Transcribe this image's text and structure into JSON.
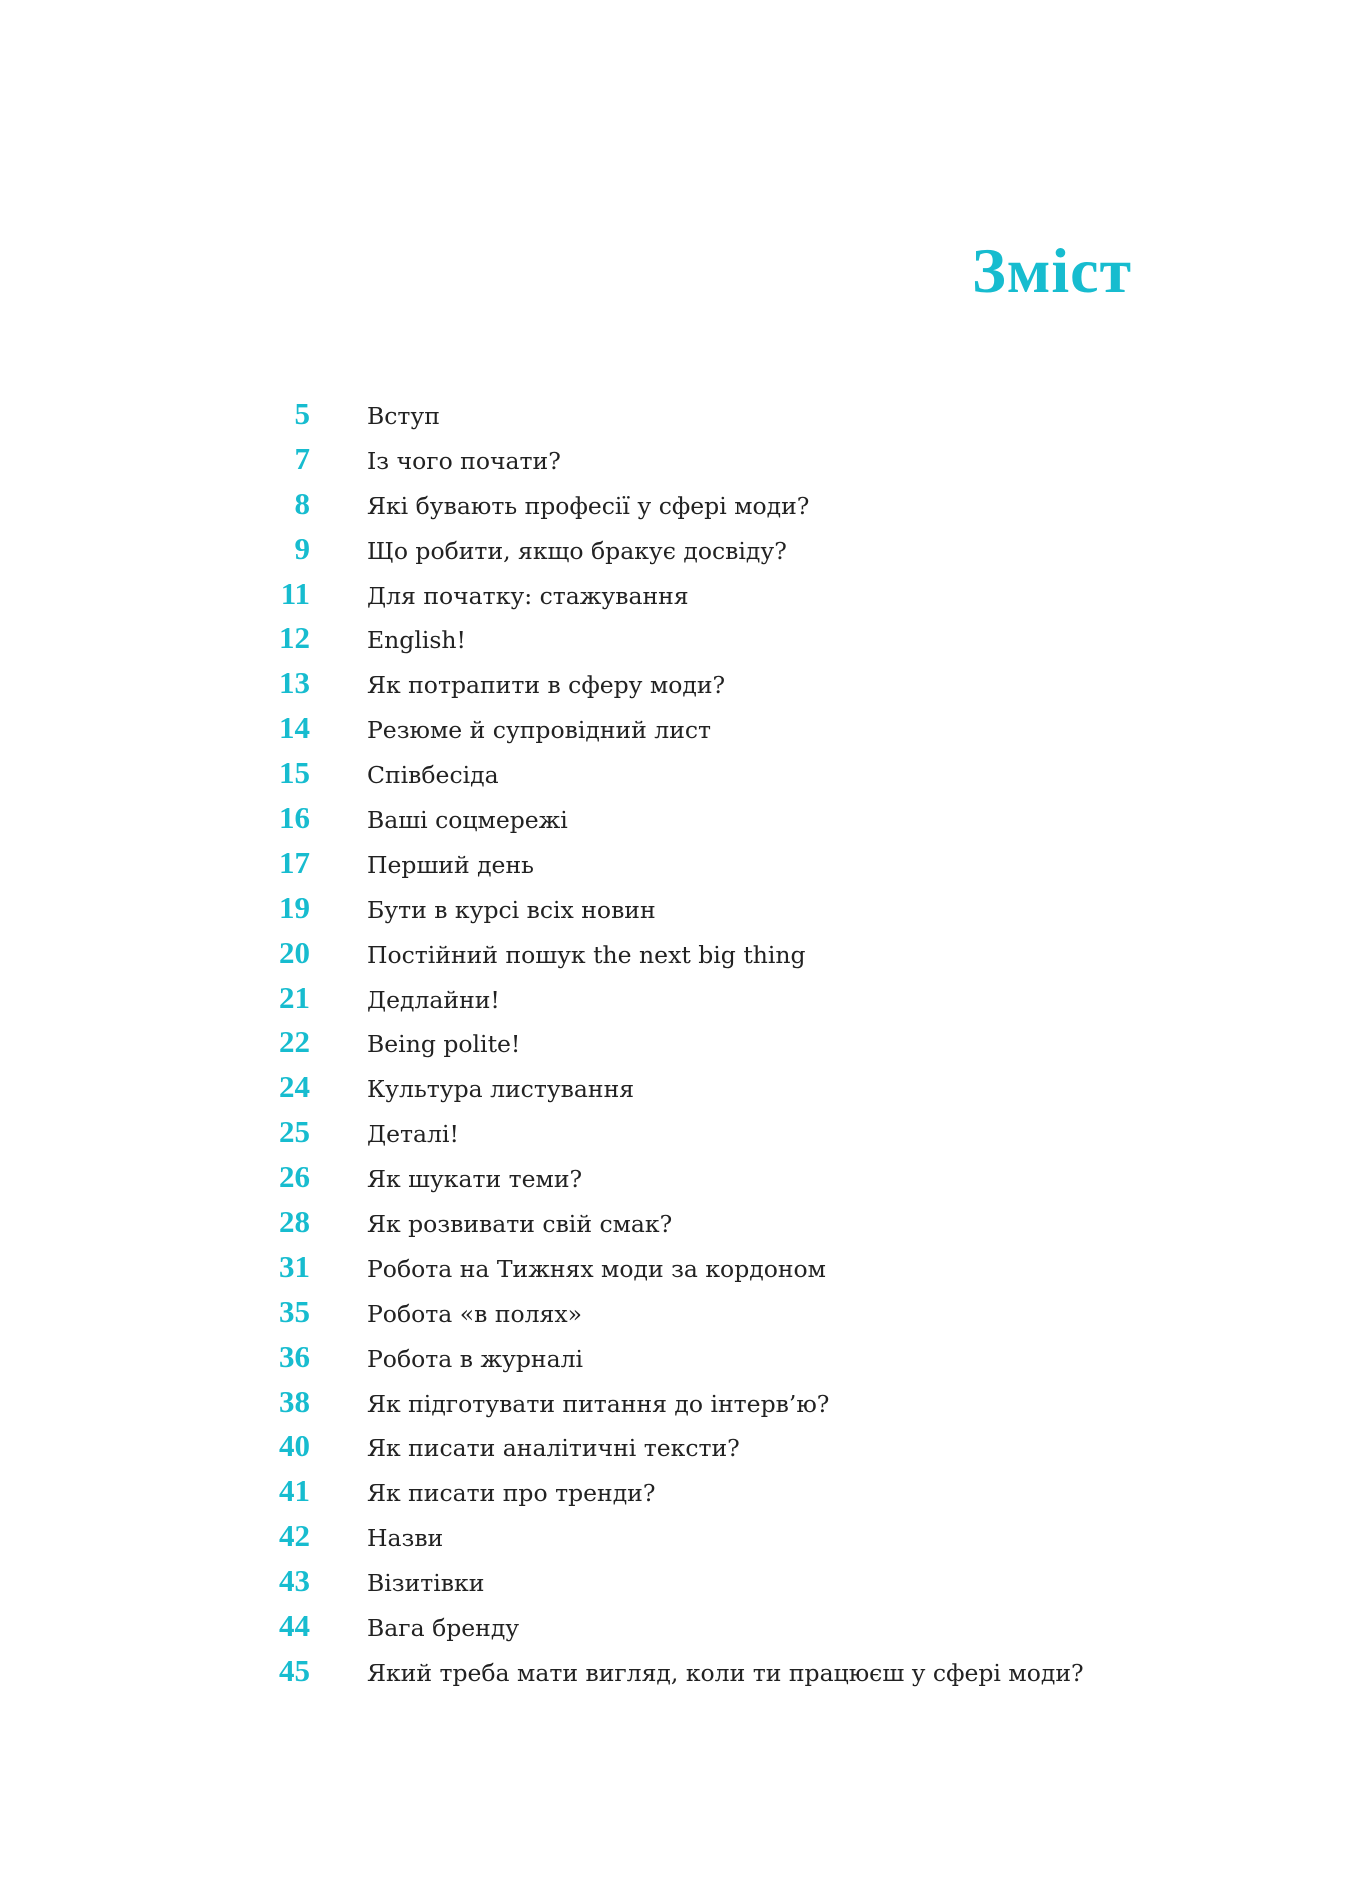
{
  "title": "Зміст",
  "accent_color": "#17bccf",
  "entries": [
    {
      "page": "5",
      "title": "Вступ"
    },
    {
      "page": "7",
      "title": "Із чого почати?"
    },
    {
      "page": "8",
      "title": "Які бувають професії у сфері моди?"
    },
    {
      "page": "9",
      "title": "Що робити, якщо бракує досвіду?"
    },
    {
      "page": "11",
      "title": "Для початку: стажування"
    },
    {
      "page": "12",
      "title": "English!"
    },
    {
      "page": "13",
      "title": "Як потрапити в сферу моди?"
    },
    {
      "page": "14",
      "title": "Резюме й супровідний лист"
    },
    {
      "page": "15",
      "title": "Співбесіда"
    },
    {
      "page": "16",
      "title": "Ваші соцмережі"
    },
    {
      "page": "17",
      "title": "Перший день"
    },
    {
      "page": "19",
      "title": "Бути в курсі всіх новин"
    },
    {
      "page": "20",
      "title": "Постійний пошук the next big thing"
    },
    {
      "page": "21",
      "title": "Дедлайни!"
    },
    {
      "page": "22",
      "title": "Being polite!"
    },
    {
      "page": "24",
      "title": "Культура листування"
    },
    {
      "page": "25",
      "title": "Деталі!"
    },
    {
      "page": "26",
      "title": "Як шукати теми?"
    },
    {
      "page": "28",
      "title": "Як розвивати свій смак?"
    },
    {
      "page": "31",
      "title": "Робота на Тижнях моди за кордоном"
    },
    {
      "page": "35",
      "title": "Робота «в полях»"
    },
    {
      "page": "36",
      "title": "Робота в журналі"
    },
    {
      "page": "38",
      "title": "Як підготувати питання до інтерв’ю?"
    },
    {
      "page": "40",
      "title": "Як писати аналітичні тексти?"
    },
    {
      "page": "41",
      "title": "Як писати про тренди?"
    },
    {
      "page": "42",
      "title": "Назви"
    },
    {
      "page": "43",
      "title": "Візитівки"
    },
    {
      "page": "44",
      "title": "Вага бренду"
    },
    {
      "page": "45",
      "title": "Який треба мати вигляд, коли ти працюєш у сфері моди?"
    }
  ]
}
